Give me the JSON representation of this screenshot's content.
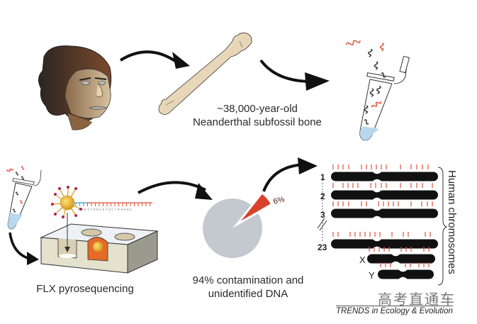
{
  "labels": {
    "bone_age": "~38,000-year-old",
    "bone_desc": "Neanderthal subfossil bone",
    "sequencing": "FLX pyrosequencing",
    "contamination_line1": "94% contamination and",
    "contamination_line2": "unidentified DNA",
    "neanderthal_pct": "6%",
    "chromosomes_title": "Human chromosomes",
    "dna_sequence": "AAATCGGCATGCTAAAGC"
  },
  "chromosomes": [
    {
      "label": "1"
    },
    {
      "label": "2"
    },
    {
      "label": "3"
    },
    {
      "label": "23"
    },
    {
      "label": "X"
    },
    {
      "label": "Y"
    }
  ],
  "pie": {
    "segments": [
      {
        "name": "contamination",
        "percent": 94,
        "color": "#c4c9d0"
      },
      {
        "name": "neanderthal",
        "percent": 6,
        "color": "#d9412b"
      }
    ]
  },
  "colors": {
    "red_dna": "#e0503a",
    "bone": "#e8d6b8",
    "chromosome": "#111111"
  },
  "watermark": "高考直通车",
  "credit": "TRENDS in Ecology & Evolution"
}
